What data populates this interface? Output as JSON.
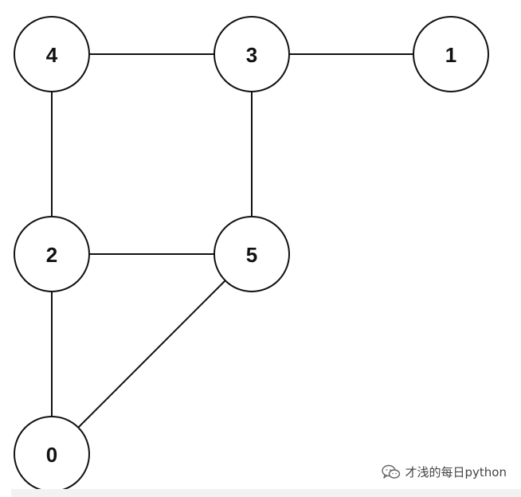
{
  "graph": {
    "nodes": [
      {
        "id": "4",
        "label": "4"
      },
      {
        "id": "3",
        "label": "3"
      },
      {
        "id": "1",
        "label": "1"
      },
      {
        "id": "2",
        "label": "2"
      },
      {
        "id": "5",
        "label": "5"
      },
      {
        "id": "0",
        "label": "0"
      }
    ],
    "edges": [
      {
        "from": "4",
        "to": "3"
      },
      {
        "from": "3",
        "to": "1"
      },
      {
        "from": "4",
        "to": "2"
      },
      {
        "from": "3",
        "to": "5"
      },
      {
        "from": "2",
        "to": "5"
      },
      {
        "from": "2",
        "to": "0"
      },
      {
        "from": "5",
        "to": "0"
      }
    ],
    "colors": {
      "stroke": "#111111",
      "fill": "#ffffff",
      "text": "#111111"
    }
  },
  "watermark": {
    "text": "才浅的每日python",
    "icon": "wechat-icon"
  }
}
